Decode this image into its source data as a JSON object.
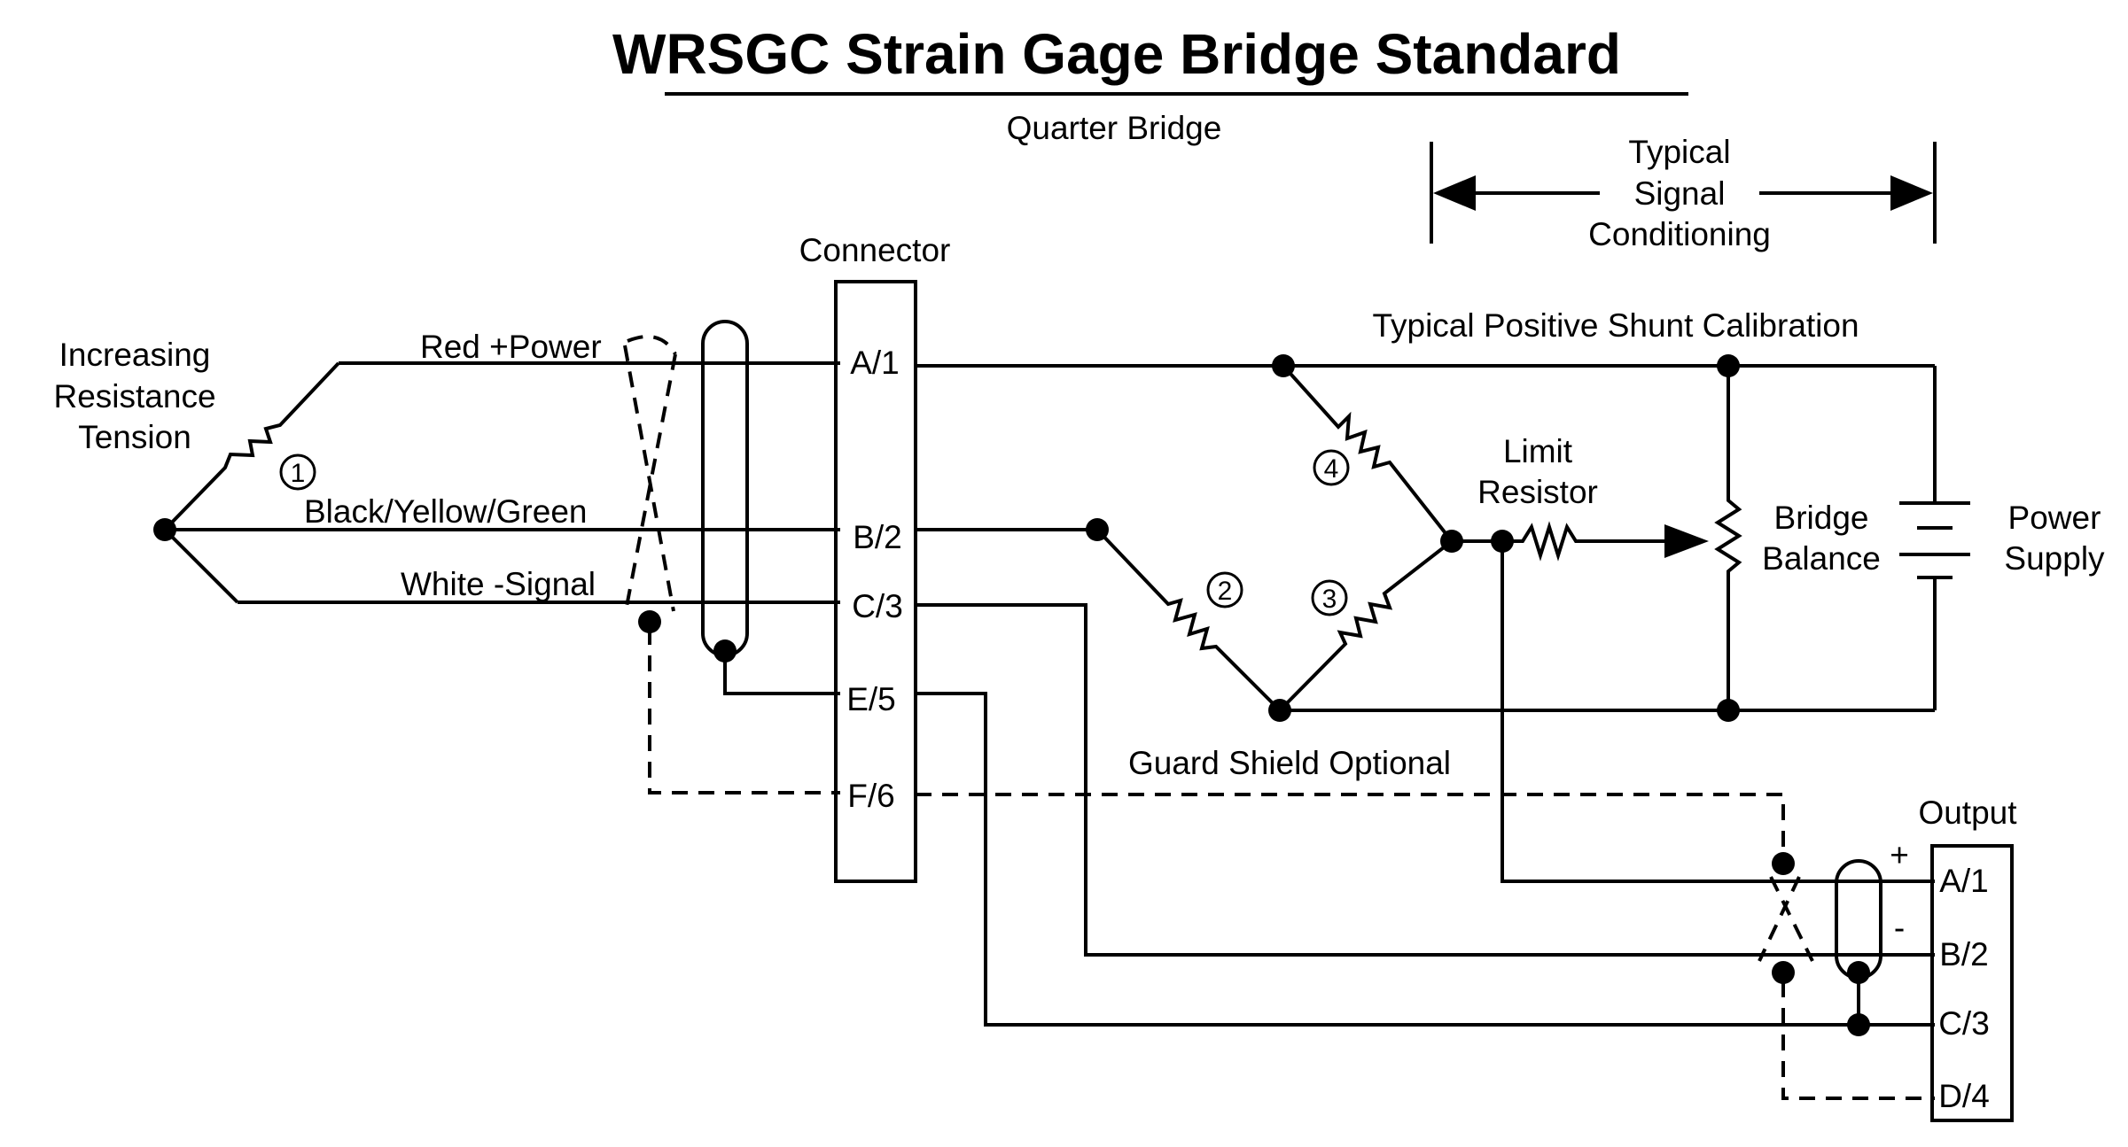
{
  "title": "WRSGC Strain Gage Bridge Standard",
  "subtitle": "Quarter Bridge",
  "signal_conditioning": [
    "Typical",
    "Signal",
    "Conditioning"
  ],
  "gage_label": [
    "Increasing",
    "Resistance",
    "Tension"
  ],
  "wires": {
    "red": "Red +Power",
    "black": "Black/Yellow/Green",
    "white": "White -Signal"
  },
  "connector": {
    "title": "Connector",
    "pins": [
      "A/1",
      "B/2",
      "C/3",
      "E/5",
      "F/6"
    ]
  },
  "shunt_label": "Typical Positive Shunt Calibration",
  "limit_resistor": [
    "Limit",
    "Resistor"
  ],
  "bridge_balance": [
    "Bridge",
    "Balance"
  ],
  "power_supply": [
    "Power",
    "Supply"
  ],
  "guard_shield": "Guard Shield Optional",
  "output": {
    "title": "Output",
    "pins": [
      "A/1",
      "B/2",
      "C/3",
      "D/4"
    ],
    "plus": "+",
    "minus": "-"
  },
  "resistor_numbers": [
    "1",
    "2",
    "3",
    "4"
  ]
}
